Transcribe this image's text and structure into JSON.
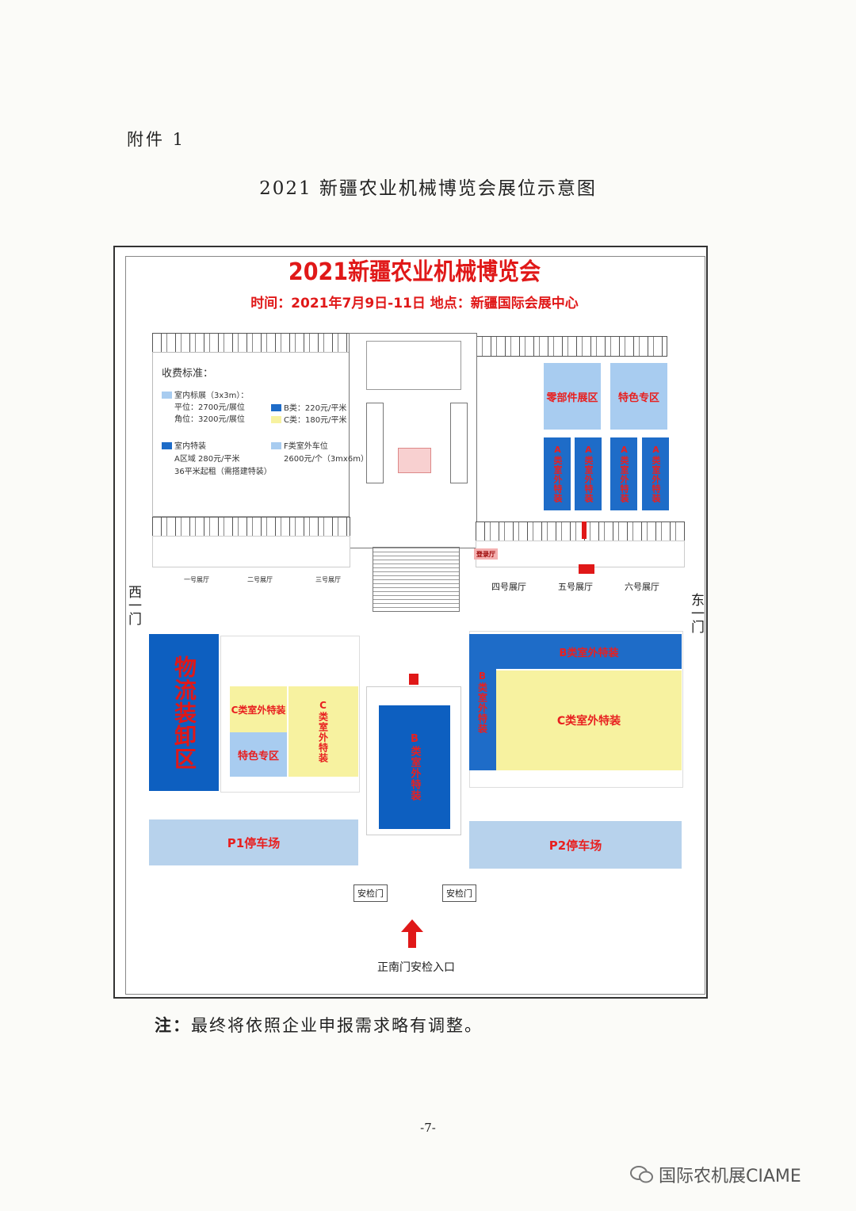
{
  "document": {
    "attachment": "附件 1",
    "title": "2021 新疆农业机械博览会展位示意图",
    "note_label": "注：",
    "note_text": "最终将依照企业申报需求略有调整。",
    "page_number": "-7-"
  },
  "map": {
    "title": "2021新疆农业机械博览会",
    "subtitle": "时间：2021年7月9日-11日  地点：新疆国际会展中心",
    "legend": {
      "heading": "收费标准：",
      "indoor_standard": "室内标展（3x3m）：",
      "flat_price": "平位：2700元/展位",
      "corner_price": "角位：3200元/展位",
      "b_class": "B类：220元/平米",
      "c_class": "C类：180元/平米",
      "indoor_special": "室内特装",
      "a_zone": "A区域  280元/平米",
      "a_min": "36平米起租（需搭建特装）",
      "f_class": "F类室外车位",
      "f_price": "2600元/个（3mx6m）"
    },
    "zones": {
      "parts": "零部件展区",
      "feature_top": "特色专区",
      "a_special": "A类室外特装",
      "logistics": "物流装卸区",
      "c_special_left": "C类室外特装",
      "feature_left": "特色专区",
      "c_special_vert": "C类室外特装",
      "b_center": "B类室外特装",
      "b_right_vert": "B类室外特装",
      "b_right_top": "B类室外特装",
      "c_right": "C类室外特装",
      "p1": "P1停车场",
      "p2": "P2停车场",
      "flag": "登录厅"
    },
    "halls": {
      "h1": "一号展厅",
      "h2": "二号展厅",
      "h3": "三号展厅",
      "h4": "四号展厅",
      "h5": "五号展厅",
      "h6": "六号展厅"
    },
    "gates": {
      "west": "西一门",
      "east": "东一门",
      "check1": "安检门",
      "check2": "安检门",
      "main": "正南门安检入口"
    },
    "colors": {
      "title_red": "#e01818",
      "light_blue": "#a8ccf0",
      "dark_blue": "#0d5fc0",
      "yellow": "#f7f2a0"
    }
  },
  "watermark": {
    "icon": "wechat-icon",
    "text": "国际农机展CIAME"
  }
}
